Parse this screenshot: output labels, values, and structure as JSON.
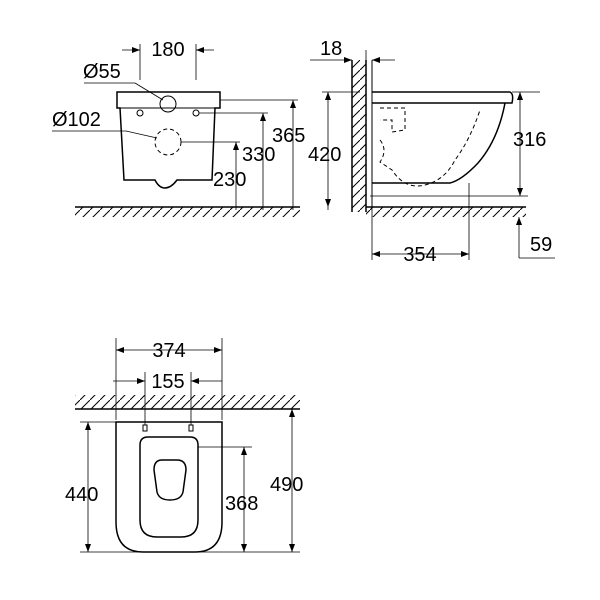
{
  "front_view": {
    "dims": {
      "width_180": "180",
      "dia_55": "Ø55",
      "dia_102": "Ø102",
      "h_365": "365",
      "h_330": "330",
      "h_230": "230"
    }
  },
  "side_view": {
    "dims": {
      "wall_18": "18",
      "h_420": "420",
      "h_316": "316",
      "d_354": "354",
      "d_59": "59"
    }
  },
  "top_view": {
    "dims": {
      "w_374": "374",
      "w_155": "155",
      "l_440": "440",
      "l_368": "368",
      "l_490": "490"
    }
  }
}
